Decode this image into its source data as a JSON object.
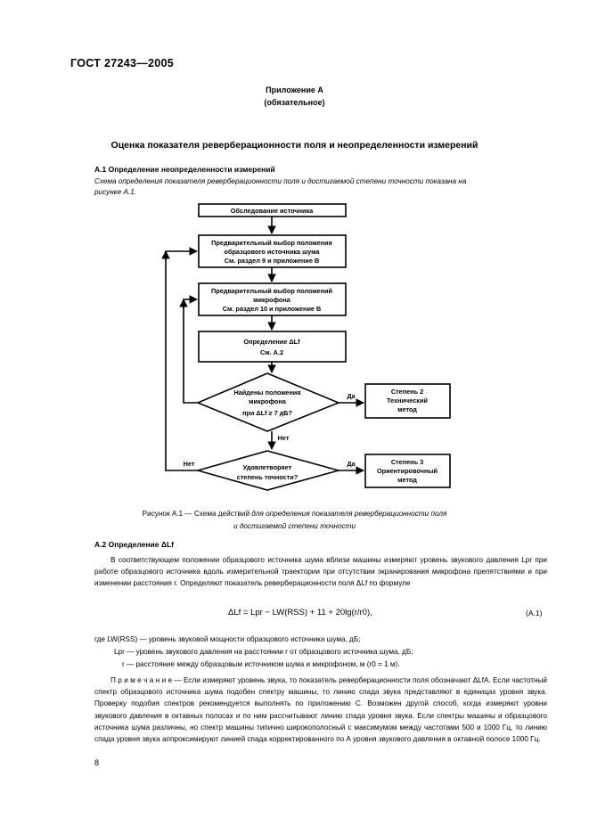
{
  "header": "ГОСТ 27243—2005",
  "annex": {
    "title": "Приложение А",
    "status": "(обязательное)"
  },
  "main_title": "Оценка показателя реверберационности поля и неопределенности измерений",
  "section_a1": {
    "heading": "А.1 Определение неопределенности измерений",
    "intro_line1": "Схема определения показателя реверберационности поля и достигаемой степени точности показана на",
    "intro_line2": "рисунке А.1."
  },
  "flowchart": {
    "box1": "Обследование источника",
    "box2": [
      "Предварительный выбор положения",
      "образцового источника шума",
      "См. раздел 9 и приложение В"
    ],
    "box3": [
      "Предварительный выбор положений",
      "микрофона",
      "См. раздел 10 и приложение В"
    ],
    "box4": [
      "Определение ΔLf",
      "См. А.2"
    ],
    "diamond1": [
      "Найдены положения",
      "микрофона",
      "при ΔLf ≥ 7 дБ?"
    ],
    "diamond2": [
      "Удовлетворяет",
      "степень точности?"
    ],
    "yes1": "Да",
    "yes2": "Да",
    "no1": "Нет",
    "no2": "Нет",
    "result1": [
      "Степень 2",
      "Технический",
      "метод"
    ],
    "result2": [
      "Степень 3",
      "Ориентировочный",
      "метод"
    ]
  },
  "figure_caption": {
    "line1_prefix": "Рисунок А.1 — Схема действий ",
    "line1_rest": "для определения показателя реверберационности поля",
    "line2": "и достигаемой степени точности"
  },
  "section_a2": {
    "heading": "А.2 Определение ΔLf",
    "para1": "В соответствующем положении образцового источника шума вблизи машины измеряют уровень звукового давления Lpr при работе образцового источника вдоль измерительной траектории при отсутствии экранирования микрофона препятствиями и при изменении расстояния r. Определяют показатель реверберационности поля ΔLf по формуле",
    "formula": "ΔLf = Lpr − LW(RSS) + 11 + 20lg(r/r0),",
    "equation_number": "(А.1)",
    "where": [
      "где LW(RSS) — уровень звуковой мощности образцового источника шума, дБ;",
      "Lpr — уровень звукового давления на расстоянии r от образцового источника шума, дБ;",
      "r — расстояние между образцовым источником шума и микрофоном, м (r0 = 1 м)."
    ],
    "note_label": "П р и м е ч а н и е — ",
    "note": "Если измеряют уровень звука, то показатель реверберационности поля обозначают ΔLfA. Если частотный спектр образцового источника шума подобен спектру машины, то линию спада звука представляют в единицах уровня звука. Проверку подобия спектров рекомендуется выполнять по приложению С. Возможен другой способ, когда измеряют уровни звукового давления в октавных полосах и по ним рассчитывают линию спада уровня звука. Если спектры машины и образцового источника шума различны, но спектр машины типично широкополосный с максимумом между частотами 500 и 1000 Гц, то линию спада уровня звука аппроксимируют линией спада корректированного по А уровня звукового давления в октавной полосе 1000 Гц."
  },
  "page_number": "8"
}
